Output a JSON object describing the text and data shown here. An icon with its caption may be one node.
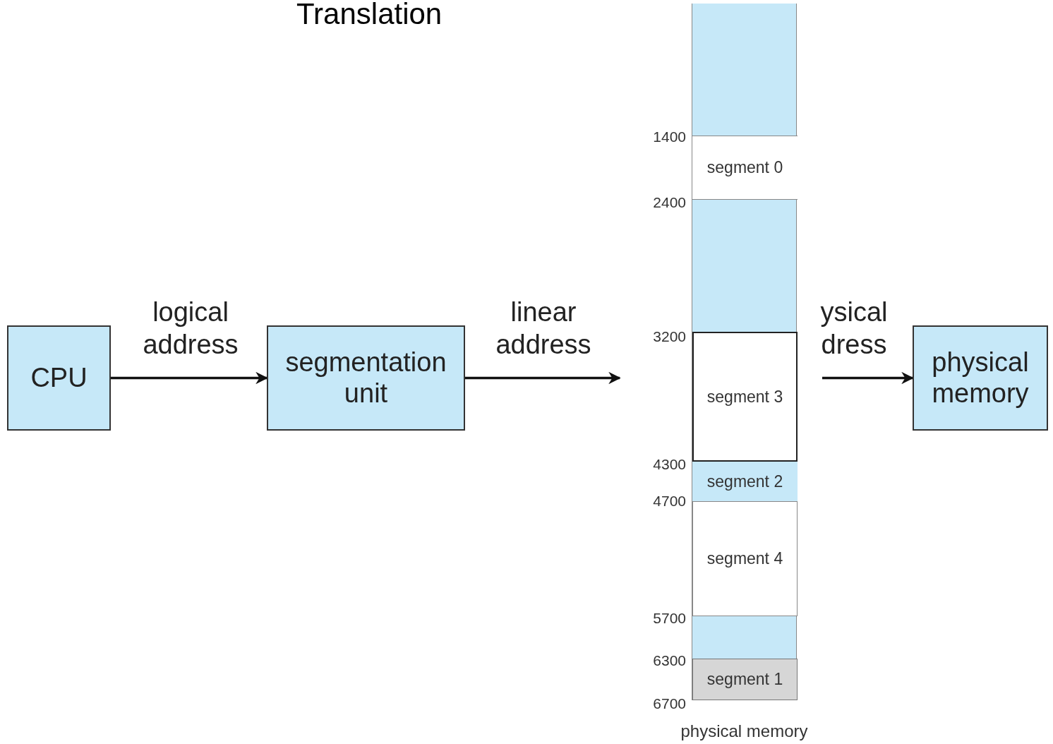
{
  "diagram": {
    "title": "Translation",
    "nodes": [
      {
        "text": [
          "CPU"
        ]
      },
      {
        "text": [
          "segmentation unit"
        ]
      },
      {
        "text": [],
        "shape": "bar",
        "beside": [
          "physical memory"
        ]
      },
      {
        "text": [
          "segment 0"
        ],
        "in": 2
      },
      {
        "text": [
          "segment 3"
        ],
        "in": 2
      },
      {
        "text": [
          "segment 2"
        ],
        "in": 2
      },
      {
        "text": [
          "segment 4"
        ],
        "in": 2
      },
      {
        "text": [
          "segment 1"
        ],
        "in": 2
      },
      {
        "text": [
          "physical memory"
        ]
      }
    ],
    "edges": [
      {
        "from": 0,
        "to": 1,
        "arrow": "to",
        "label": "logical address"
      },
      {
        "from": 1,
        "to": null,
        "arrow": "to",
        "label": "linear address"
      },
      {
        "from": null,
        "to": 8,
        "arrow": "to",
        "label": "ysical dress"
      }
    ],
    "labels": [
      "1400",
      "2400",
      "3200",
      "4300",
      "4700",
      "5700",
      "6300",
      "6700"
    ]
  }
}
